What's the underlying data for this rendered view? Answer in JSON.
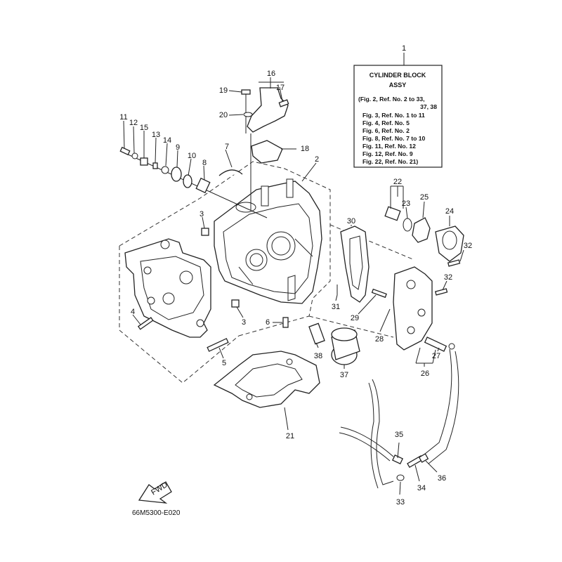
{
  "info_box": {
    "ref": "1",
    "title_line1": "CYLINDER BLOCK",
    "title_line2": "ASSY",
    "lines": [
      "(Fig. 2, Ref. No. 2 to 33,",
      "37, 38",
      "Fig. 3, Ref. No. 1 to 11",
      "Fig. 4, Ref. No. 5",
      "Fig. 6, Ref. No. 2",
      "Fig. 8, Ref. No. 7 to 10",
      "Fig. 11, Ref. No. 12",
      "Fig. 12, Ref. No. 9",
      "Fig. 22, Ref. No. 21)"
    ]
  },
  "callouts": {
    "c2": "2",
    "c3a": "3",
    "c3b": "3",
    "c4": "4",
    "c5": "5",
    "c6": "6",
    "c7": "7",
    "c8": "8",
    "c9": "9",
    "c10": "10",
    "c11": "11",
    "c12": "12",
    "c13": "13",
    "c14": "14",
    "c15": "15",
    "c16": "16",
    "c17": "17",
    "c18": "18",
    "c19": "19",
    "c20": "20",
    "c21": "21",
    "c22": "22",
    "c23": "23",
    "c24": "24",
    "c25": "25",
    "c26": "26",
    "c27": "27",
    "c28": "28",
    "c29": "29",
    "c30": "30",
    "c31": "31",
    "c32a": "32",
    "c32b": "32",
    "c33": "33",
    "c34": "34",
    "c35": "35",
    "c36": "36",
    "c37": "37",
    "c38": "38"
  },
  "fwd_label": "FWD",
  "drawing_code": "66M5300-E020"
}
